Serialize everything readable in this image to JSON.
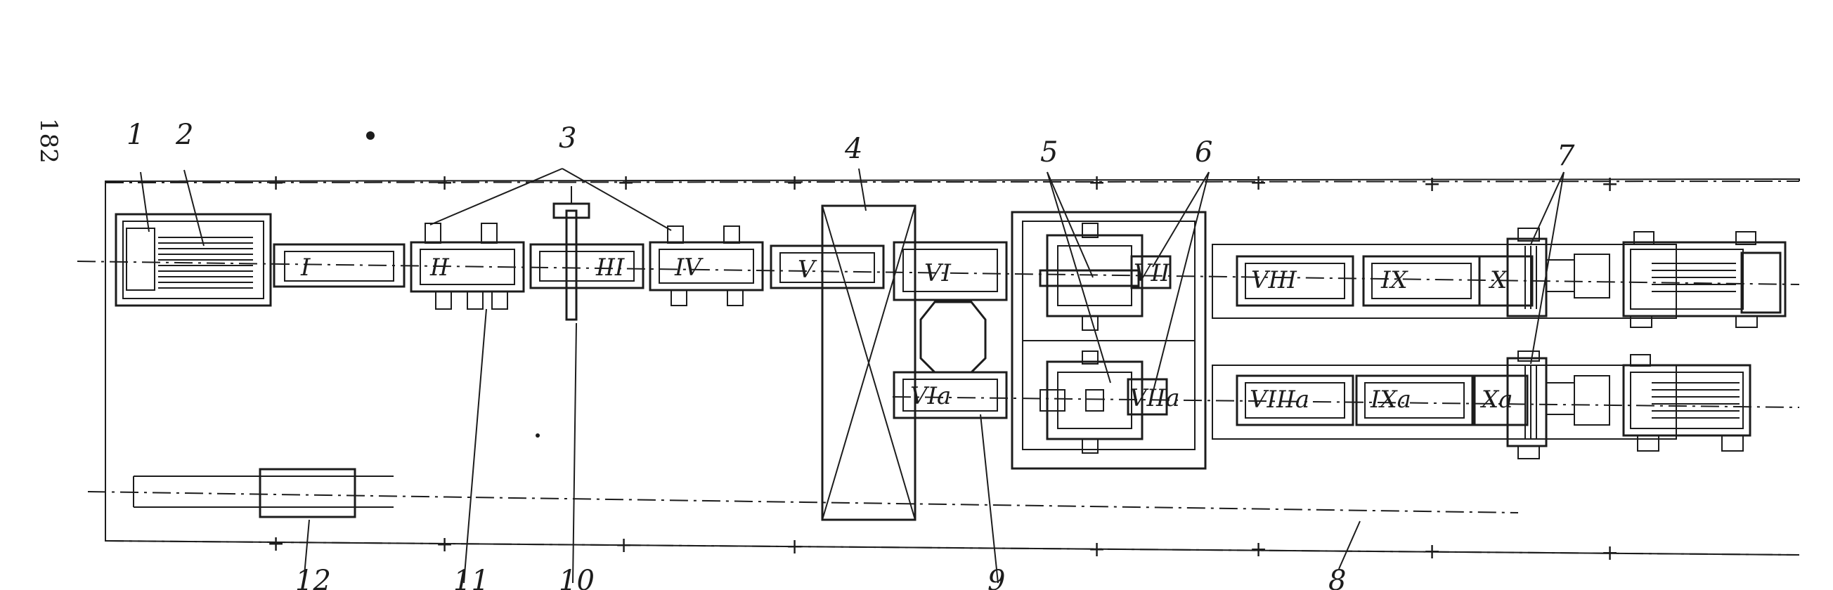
{
  "page_number": "182",
  "callouts": [
    "1",
    "2",
    "3",
    "4",
    "5",
    "6",
    "7",
    "8",
    "9",
    "10",
    "11",
    "12"
  ],
  "stands_upper": [
    "I",
    "II",
    "III",
    "IV",
    "V",
    "VI",
    "VII",
    "VIII",
    "IX",
    "X"
  ],
  "stands_lower": [
    "VIa",
    "VIIa",
    "VIIIa",
    "IXa",
    "Xa"
  ]
}
